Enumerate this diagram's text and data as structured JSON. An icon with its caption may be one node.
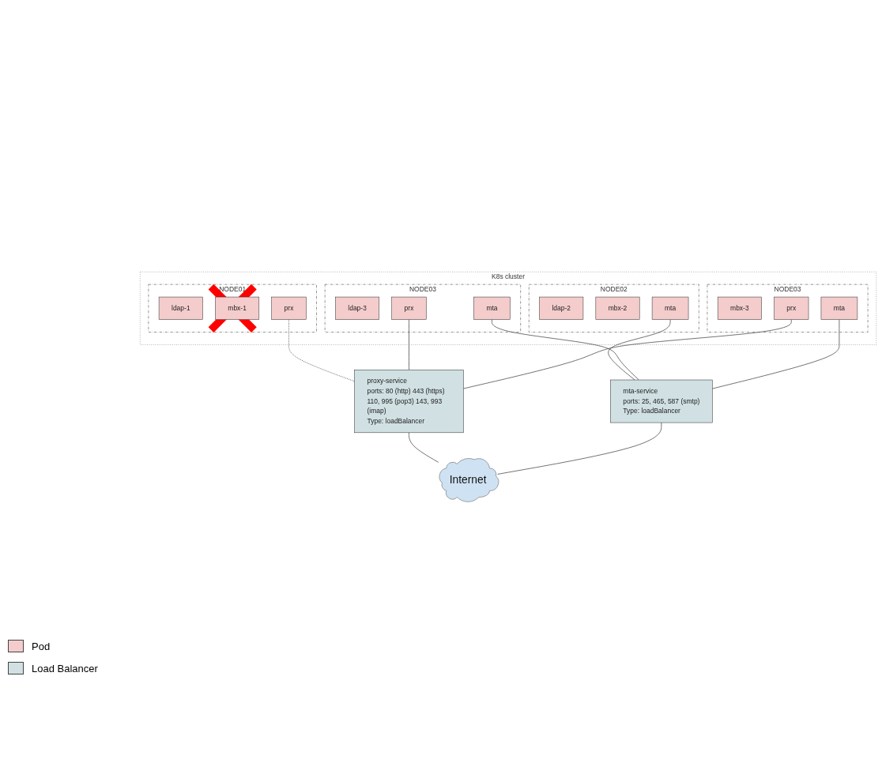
{
  "diagram": {
    "nodes": [
      {
        "text": [
          "K8s cluster"
        ]
      },
      {
        "text": [
          "NODE01"
        ],
        "in": 0
      },
      {
        "text": [
          "ldap-1"
        ],
        "in": 1
      },
      {
        "text": [
          "mbx-1"
        ],
        "in": 1
      },
      {
        "text": [
          "prx"
        ],
        "in": 1
      },
      {
        "text": [
          "NODE02"
        ],
        "in": 0
      },
      {
        "text": [
          "ldap-2"
        ],
        "in": 5
      },
      {
        "text": [
          "mbx-2"
        ],
        "in": 5
      },
      {
        "text": [
          "mta"
        ],
        "in": 5
      },
      {
        "text": [
          "NODE03"
        ],
        "in": 0
      },
      {
        "text": [
          "ldap-3"
        ],
        "in": 9
      },
      {
        "text": [
          "prx"
        ],
        "in": 9
      },
      {
        "text": [
          "mta"
        ],
        "in": 9
      },
      {
        "text": [
          "NODE03"
        ],
        "in": 0
      },
      {
        "text": [
          "mbx-3"
        ],
        "in": 13
      },
      {
        "text": [
          "mta"
        ],
        "in": 13
      },
      {
        "text": [
          "prx"
        ],
        "in": 13
      },
      {
        "text": [
          "proxy-service",
          "ports: 80 (http) 443 (https) 110, 995 (pop3) 143, 993 (imap)",
          "Type: loadBalancer"
        ]
      },
      {
        "text": [
          "mta-service",
          "ports: 25, 465, 587 (smtp)",
          "Type: loadBalancer"
        ]
      },
      {
        "text": [
          "Internet"
        ]
      }
    ],
    "edges": [
      {
        "from": 4,
        "to": 17,
        "arrow": "none",
        "style": "dashed"
      },
      {
        "from": 8,
        "to": 18,
        "arrow": "none"
      },
      {
        "from": 11,
        "to": 17,
        "arrow": "none"
      },
      {
        "from": 12,
        "to": 18,
        "arrow": "none"
      },
      {
        "from": 15,
        "to": 18,
        "arrow": "none"
      },
      {
        "from": 16,
        "to": 17,
        "arrow": "none"
      },
      {
        "from": 17,
        "to": 19,
        "arrow": "none"
      },
      {
        "from": 18,
        "to": 19,
        "arrow": "none"
      }
    ],
    "legend": [
      {
        "text": "Pod",
        "color": "#f4cccc"
      },
      {
        "text": "Load Balancer",
        "color": "#d0e0e3"
      }
    ]
  }
}
